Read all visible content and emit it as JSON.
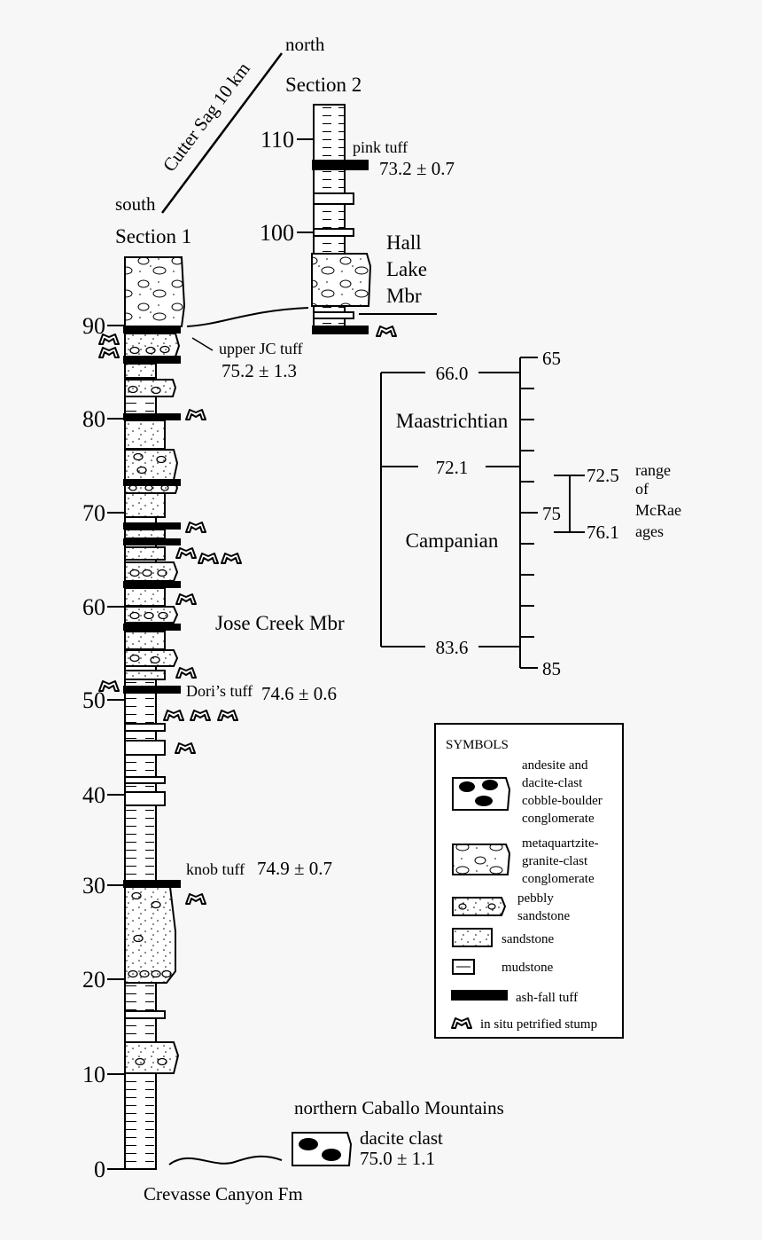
{
  "orientation": {
    "north": "north",
    "south": "south",
    "distance": "Cutter Sag 10 km"
  },
  "section1": {
    "title": "Section 1",
    "axis_labels": [
      "0",
      "10",
      "20",
      "30",
      "40",
      "50",
      "60",
      "70",
      "80",
      "90"
    ],
    "member": "Jose Creek Mbr",
    "base_unit": "Crevasse Canyon Fm",
    "tuffs": [
      {
        "name": "upper JC tuff",
        "age": "75.2 ± 1.3"
      },
      {
        "name": "Dori’s tuff",
        "age": "74.6 ± 0.6"
      },
      {
        "name": "knob tuff",
        "age": "74.9 ± 0.7"
      }
    ]
  },
  "section2": {
    "title": "Section 2",
    "axis_labels": [
      "100",
      "110"
    ],
    "member_lines": [
      "Hall",
      "Lake",
      "Mbr"
    ],
    "tuff": {
      "name": "pink tuff",
      "age": "73.2 ± 0.7"
    }
  },
  "timescale": {
    "boundaries": [
      "66.0",
      "72.1",
      "83.6"
    ],
    "stages": [
      "Maastrichtian",
      "Campanian"
    ],
    "tick_labels": [
      "65",
      "75",
      "85"
    ],
    "mcrae_range": {
      "min": "72.5",
      "max": "76.1",
      "label_lines": [
        "range",
        "of",
        "McRae",
        "ages"
      ]
    }
  },
  "caballo": {
    "title": "northern Caballo Mountains",
    "clast": "dacite clast",
    "age": "75.0 ± 1.1"
  },
  "legend": {
    "title": "SYMBOLS",
    "items": [
      {
        "key": "andesite-conglomerate",
        "lines": [
          "andesite and",
          "dacite-clast",
          "cobble-boulder",
          "conglomerate"
        ]
      },
      {
        "key": "metaquartzite-conglomerate",
        "lines": [
          "metaquartzite-",
          "granite-clast",
          "conglomerate"
        ]
      },
      {
        "key": "pebbly-sandstone",
        "lines": [
          "pebbly",
          "sandstone"
        ]
      },
      {
        "key": "sandstone",
        "lines": [
          "sandstone"
        ]
      },
      {
        "key": "mudstone",
        "lines": [
          "mudstone"
        ]
      },
      {
        "key": "ash-fall-tuff",
        "lines": [
          "ash-fall tuff"
        ]
      },
      {
        "key": "petrified-stump",
        "lines": [
          "in situ petrified stump"
        ]
      }
    ]
  }
}
